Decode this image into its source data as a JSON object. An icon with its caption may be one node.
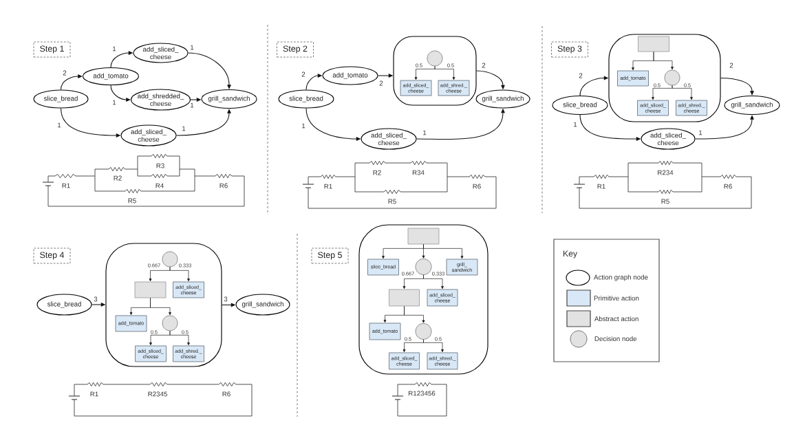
{
  "diagram": {
    "nodes": [
      {
        "text": [
          "Step 1"
        ]
      },
      {
        "text": [
          "slice_bread"
        ]
      },
      {
        "text": [
          "add_tomato"
        ]
      },
      {
        "text": [
          "add_sliced_ cheese"
        ]
      },
      {
        "text": [
          "add_shredded_ cheese"
        ]
      },
      {
        "text": [
          "grill_sandwich"
        ]
      },
      {
        "text": [
          "add_sliced_ cheese"
        ]
      },
      {
        "text": [
          "Step 2"
        ]
      },
      {
        "text": [
          "slice_bread"
        ]
      },
      {
        "text": [
          "add_tomato"
        ]
      },
      {
        "text": [],
        "shape": "box"
      },
      {
        "text": [],
        "shape": "circle",
        "in": 10
      },
      {
        "text": [
          "add_sliced_ cheese"
        ],
        "in": 10
      },
      {
        "text": [
          "add_shred._ cheese"
        ],
        "in": 10
      },
      {
        "text": [
          "grill_sandwich"
        ]
      },
      {
        "text": [
          "add_sliced_ cheese"
        ]
      },
      {
        "text": [
          "Step 3"
        ]
      },
      {
        "text": [
          "slice_bread"
        ]
      },
      {
        "text": [],
        "shape": "box"
      },
      {
        "text": [],
        "shape": "box",
        "in": 18
      },
      {
        "text": [
          "add_tomato"
        ],
        "in": 18
      },
      {
        "text": [],
        "shape": "circle",
        "in": 18
      },
      {
        "text": [
          "add_sliced_ cheese"
        ],
        "in": 18
      },
      {
        "text": [
          "add_shred._ cheese"
        ],
        "in": 18
      },
      {
        "text": [
          "grill_sandwich"
        ]
      },
      {
        "text": [
          "add_sliced_ cheese"
        ]
      },
      {
        "text": [
          "Step 4"
        ]
      },
      {
        "text": [
          "slice_bread"
        ]
      },
      {
        "text": [],
        "shape": "box"
      },
      {
        "text": [],
        "shape": "circle",
        "in": 28
      },
      {
        "text": [],
        "shape": "box",
        "in": 28
      },
      {
        "text": [
          "add_sliced_ cheese"
        ],
        "in": 28
      },
      {
        "text": [
          "add_tomato"
        ],
        "in": 28
      },
      {
        "text": [],
        "shape": "circle",
        "in": 28
      },
      {
        "text": [
          "add_sliced_ cheese"
        ],
        "in": 28
      },
      {
        "text": [
          "add_shred._ cheese"
        ],
        "in": 28
      },
      {
        "text": [
          "grill_sandwich"
        ]
      },
      {
        "text": [
          "Step 5"
        ]
      },
      {
        "text": [],
        "shape": "box"
      },
      {
        "text": [],
        "shape": "box",
        "in": 38
      },
      {
        "text": [
          "slice_bread"
        ],
        "in": 38
      },
      {
        "text": [],
        "shape": "circle",
        "in": 38
      },
      {
        "text": [
          "grill_ sandwich"
        ],
        "in": 38
      },
      {
        "text": [],
        "shape": "box",
        "in": 38
      },
      {
        "text": [
          "add_sliced_ cheese"
        ],
        "in": 38
      },
      {
        "text": [
          "add_tomato"
        ],
        "in": 38
      },
      {
        "text": [],
        "shape": "circle",
        "in": 38
      },
      {
        "text": [
          "add_sliced_ cheese"
        ],
        "in": 38
      },
      {
        "text": [
          "add_shred._ cheese"
        ],
        "in": 38
      }
    ],
    "edges": [
      {
        "from": 1,
        "to": 2,
        "arrow": "to",
        "label": "2"
      },
      {
        "from": 2,
        "to": 3,
        "arrow": "to",
        "label": "1"
      },
      {
        "from": 2,
        "to": 4,
        "arrow": "to",
        "label": "1"
      },
      {
        "from": 3,
        "to": 5,
        "arrow": "to",
        "label": "1"
      },
      {
        "from": 4,
        "to": 5,
        "arrow": "to",
        "label": "1"
      },
      {
        "from": 1,
        "to": 6,
        "arrow": "to",
        "label": "1"
      },
      {
        "from": 6,
        "to": 5,
        "arrow": "to",
        "label": "1"
      },
      {
        "from": 8,
        "to": 9,
        "arrow": "to",
        "label": "2"
      },
      {
        "from": 9,
        "to": 10,
        "arrow": "to",
        "label": "2"
      },
      {
        "from": 10,
        "to": 14,
        "arrow": "to",
        "label": "2"
      },
      {
        "from": 11,
        "to": 12,
        "arrow": "to",
        "label": "0.5"
      },
      {
        "from": 11,
        "to": 13,
        "arrow": "to",
        "label": "0.5"
      },
      {
        "from": 8,
        "to": 15,
        "arrow": "to",
        "label": "1"
      },
      {
        "from": 15,
        "to": 14,
        "arrow": "to",
        "label": "1"
      },
      {
        "from": 17,
        "to": 18,
        "arrow": "to",
        "label": "2"
      },
      {
        "from": 19,
        "to": 20,
        "arrow": "to"
      },
      {
        "from": 19,
        "to": 21,
        "arrow": "to"
      },
      {
        "from": 21,
        "to": 22,
        "arrow": "to",
        "label": "0.5"
      },
      {
        "from": 21,
        "to": 23,
        "arrow": "to",
        "label": "0.5"
      },
      {
        "from": 18,
        "to": 24,
        "arrow": "to",
        "label": "2"
      },
      {
        "from": 17,
        "to": 25,
        "arrow": "to",
        "label": "1"
      },
      {
        "from": 25,
        "to": 24,
        "arrow": "to",
        "label": "1"
      },
      {
        "from": 27,
        "to": 28,
        "arrow": "to",
        "label": "3"
      },
      {
        "from": 29,
        "to": 30,
        "arrow": "to",
        "label": "0.667"
      },
      {
        "from": 29,
        "to": 31,
        "arrow": "to",
        "label": "0.333"
      },
      {
        "from": 30,
        "to": 32,
        "arrow": "to"
      },
      {
        "from": 30,
        "to": 33,
        "arrow": "to"
      },
      {
        "from": 33,
        "to": 34,
        "arrow": "to",
        "label": "0.5"
      },
      {
        "from": 33,
        "to": 35,
        "arrow": "to",
        "label": "0.5"
      },
      {
        "from": 28,
        "to": 36,
        "arrow": "to",
        "label": "3"
      },
      {
        "from": 39,
        "to": 40,
        "arrow": "to"
      },
      {
        "from": 39,
        "to": 41,
        "arrow": "to"
      },
      {
        "from": 39,
        "to": 42,
        "arrow": "to"
      },
      {
        "from": 41,
        "to": 43,
        "arrow": "to",
        "label": "0.667"
      },
      {
        "from": 41,
        "to": 44,
        "arrow": "to",
        "label": "0.333"
      },
      {
        "from": 43,
        "to": 45,
        "arrow": "to"
      },
      {
        "from": 43,
        "to": 46,
        "arrow": "to"
      },
      {
        "from": 46,
        "to": 47,
        "arrow": "to",
        "label": "0.5"
      },
      {
        "from": 46,
        "to": 48,
        "arrow": "to",
        "label": "0.5"
      }
    ],
    "labels": [
      "R3",
      "R2",
      "R1",
      "R4",
      "R6",
      "R5",
      "R2",
      "R34",
      "R1",
      "R6",
      "R5",
      "R234",
      "R1",
      "R6",
      "R5",
      "R1",
      "R2345",
      "R6",
      "R123456",
      "Key"
    ],
    "legend": [
      {
        "text": "Action graph node"
      },
      {
        "text": "Primitive action",
        "color": "#d9e8f6"
      },
      {
        "text": "Abstract action",
        "color": "#e2e2e2"
      },
      {
        "text": "Decision node"
      }
    ]
  }
}
